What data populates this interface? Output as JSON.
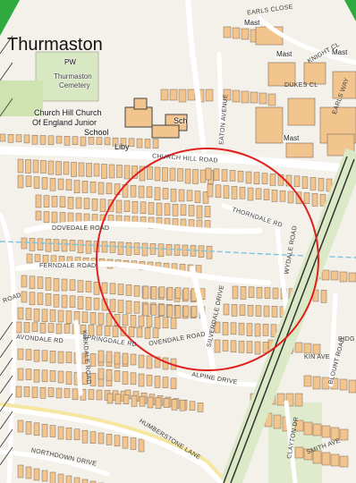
{
  "place_name": "Thurmaston",
  "poi": {
    "pw": "PW",
    "cemetery": "Thurmaston Cemetery",
    "church_school_1": "Church Hill Church",
    "church_school_2": "Of England Junior",
    "church_school_3": "School",
    "sch": "Sch",
    "liby": "Liby",
    "mast": "Mast"
  },
  "roads": {
    "earls_close": "EARLS CLOSE",
    "knight": "KNIGHT CL",
    "dukes": "DUKES CL",
    "earls_way": "EARLS WAY",
    "eaton_avenue": "EATON AVENUE",
    "church_hill_road": "CHURCH HILL ROAD",
    "dovedale_road": "DOVEDALE ROAD",
    "thorndale_rd": "THORNDALE RD",
    "ferndale_road": "FERNDALE ROAD",
    "wydale_road": "WYDALE ROAD",
    "silverdale_drive": "SILVERDALE DRIVE",
    "springdale_rd": "SPRINGDALE RD",
    "avondale": "AVONDALE RD",
    "ovendale": "OVENDALE ROAD",
    "alpine_drive": "ALPINE DRIVE",
    "kirkdale": "KIRKDALE ROAD",
    "humberstone_lane": "HUMBERSTONE LANE",
    "northdown_drive": "NORTHDOWN DRIVE",
    "ridge": "RIDG",
    "blount_road": "BLOUNT ROAD",
    "kin_ave": "KIN AVE",
    "clayton_dr": "CLAYTON DR",
    "smith_ave": "SMITH AVE",
    "road_left": "ROAD"
  },
  "colors": {
    "background": "#f4f1ea",
    "building": "#f2c58f",
    "building_outline": "#7a6a58",
    "green": "#cfe3b0",
    "rail_green": "#2eaa3f",
    "highlight_circle": "#e0201e",
    "stream": "#7cc4e0"
  },
  "search_circle": {
    "stroke": "#e0201e"
  }
}
